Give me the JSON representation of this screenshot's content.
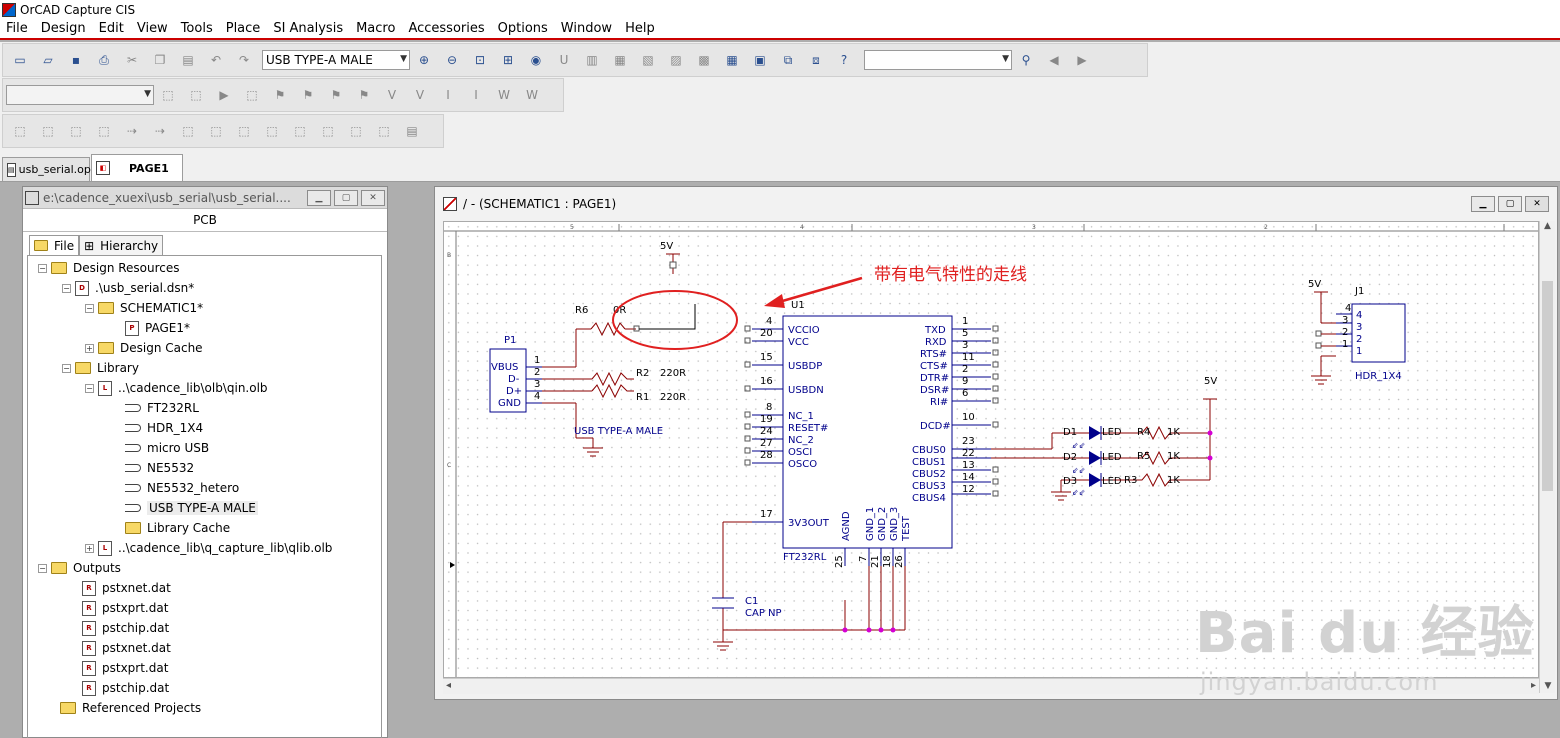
{
  "window": {
    "title": "OrCAD Capture CIS"
  },
  "menu": [
    "File",
    "Design",
    "Edit",
    "View",
    "Tools",
    "Place",
    "SI Analysis",
    "Macro",
    "Accessories",
    "Options",
    "Window",
    "Help"
  ],
  "toolbar": {
    "part_combo": "USB TYPE-A MALE",
    "search_combo": "",
    "filter_combo": ""
  },
  "tabs": [
    {
      "label": "usb_serial.opj",
      "short": "usb_serial.op"
    },
    {
      "label": "PAGE1"
    }
  ],
  "project": {
    "title": "e:\\cadence_xuexi\\usb_serial\\usb_serial....",
    "header": "PCB",
    "file_tab": "File",
    "hierarchy_tab": "Hierarchy",
    "tree": [
      {
        "label": "Design Resources"
      },
      {
        "label": ".\\usb_serial.dsn*"
      },
      {
        "label": "SCHEMATIC1*"
      },
      {
        "label": "PAGE1*"
      },
      {
        "label": "Design Cache"
      },
      {
        "label": "Library"
      },
      {
        "label": "..\\cadence_lib\\olb\\qin.olb"
      },
      {
        "label": "FT232RL"
      },
      {
        "label": "HDR_1X4"
      },
      {
        "label": "micro USB"
      },
      {
        "label": "NE5532"
      },
      {
        "label": "NE5532_hetero"
      },
      {
        "label": "USB TYPE-A MALE"
      },
      {
        "label": "Library Cache"
      },
      {
        "label": "..\\cadence_lib\\q_capture_lib\\qlib.olb"
      },
      {
        "label": "Outputs"
      },
      {
        "label": "pstxnet.dat"
      },
      {
        "label": "pstxprt.dat"
      },
      {
        "label": "pstchip.dat"
      },
      {
        "label": "pstxnet.dat"
      },
      {
        "label": "pstxprt.dat"
      },
      {
        "label": "pstchip.dat"
      },
      {
        "label": "Referenced Projects"
      }
    ]
  },
  "schematic": {
    "title": "/ - (SCHEMATIC1 : PAGE1)",
    "annotation": "带有电气特性的走线",
    "border_cols": [
      "5",
      "4",
      "3",
      "2"
    ],
    "border_rows": [
      "B",
      "C"
    ],
    "power": {
      "label": "5V"
    },
    "p1": {
      "ref": "P1",
      "name": "USB TYPE-A MALE",
      "pins": [
        "VBUS",
        "D-",
        "D+",
        "GND"
      ],
      "nums": [
        "1",
        "2",
        "3",
        "4"
      ]
    },
    "resistors": {
      "r6": "R6",
      "r6v": "0R",
      "r2": "R2",
      "r2v": "220R",
      "r1": "R1",
      "r1v": "220R",
      "r4": "R4",
      "r4v": "1K",
      "r5": "R5",
      "r5v": "1K",
      "r3": "R3",
      "r3v": "1K"
    },
    "u1": {
      "ref": "U1",
      "name": "FT232RL",
      "left": [
        {
          "n": "4",
          "p": "VCCIO"
        },
        {
          "n": "20",
          "p": "VCC"
        },
        {
          "n": "15",
          "p": "USBDP"
        },
        {
          "n": "16",
          "p": "USBDN"
        },
        {
          "n": "8",
          "p": "NC_1"
        },
        {
          "n": "19",
          "p": "RESET#"
        },
        {
          "n": "24",
          "p": "NC_2"
        },
        {
          "n": "27",
          "p": "OSCI"
        },
        {
          "n": "28",
          "p": "OSCO"
        },
        {
          "n": "17",
          "p": "3V3OUT"
        }
      ],
      "right": [
        {
          "n": "1",
          "p": "TXD"
        },
        {
          "n": "5",
          "p": "RXD"
        },
        {
          "n": "3",
          "p": "RTS#"
        },
        {
          "n": "11",
          "p": "CTS#"
        },
        {
          "n": "2",
          "p": "DTR#"
        },
        {
          "n": "9",
          "p": "DSR#"
        },
        {
          "n": "6",
          "p": "RI#"
        },
        {
          "n": "10",
          "p": "DCD#"
        },
        {
          "n": "23",
          "p": "CBUS0"
        },
        {
          "n": "22",
          "p": "CBUS1"
        },
        {
          "n": "13",
          "p": "CBUS2"
        },
        {
          "n": "14",
          "p": "CBUS3"
        },
        {
          "n": "12",
          "p": "CBUS4"
        }
      ],
      "bottom": [
        {
          "n": "25",
          "p": "AGND"
        },
        {
          "n": "7",
          "p": "GND_1"
        },
        {
          "n": "21",
          "p": "GND_2"
        },
        {
          "n": "18",
          "p": "GND_3"
        },
        {
          "n": "26",
          "p": "TEST"
        }
      ]
    },
    "c1": {
      "ref": "C1",
      "name": "CAP NP"
    },
    "leds": [
      {
        "ref": "D1",
        "name": "LED"
      },
      {
        "ref": "D2",
        "name": "LED"
      },
      {
        "ref": "D3",
        "name": "LED"
      }
    ],
    "j1": {
      "ref": "J1",
      "name": "HDR_1X4",
      "pins": [
        "4",
        "3",
        "2",
        "1"
      ]
    }
  },
  "watermark": {
    "main": "Bai du 经验",
    "sub": "jingyan.baidu.com"
  },
  "colors": {
    "wire": "#8b0000",
    "part": "#00008b",
    "net_dot": "#d400d4",
    "annotation": "#e02020",
    "menu_border": "#cc0000"
  }
}
